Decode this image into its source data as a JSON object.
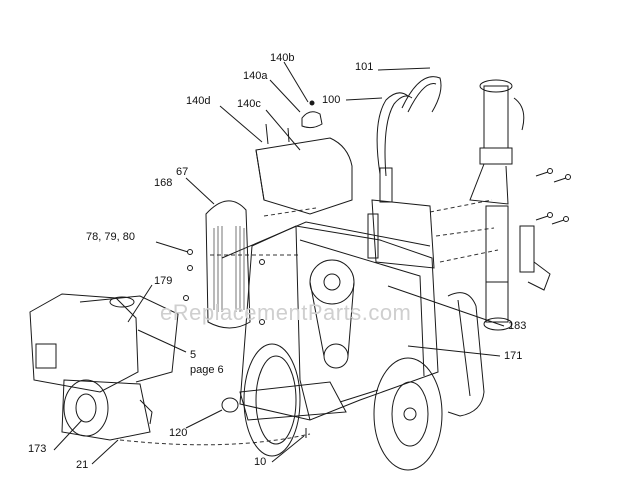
{
  "watermark": "eReplacementParts.com",
  "labels": {
    "l140b": "140b",
    "l140a": "140a",
    "l101": "101",
    "l100": "100",
    "l140d": "140d",
    "l140c": "140c",
    "l67": "67",
    "l168": "168",
    "l78": "78, 79, 80",
    "l179": "179",
    "l5": "5",
    "lpage6": "page 6",
    "l183": "183",
    "l171": "171",
    "l120": "120",
    "l173": "173",
    "l10": "10",
    "l21": "21"
  },
  "colors": {
    "line": "#1a1a1a",
    "dash": "#333333",
    "label": "#111111"
  }
}
